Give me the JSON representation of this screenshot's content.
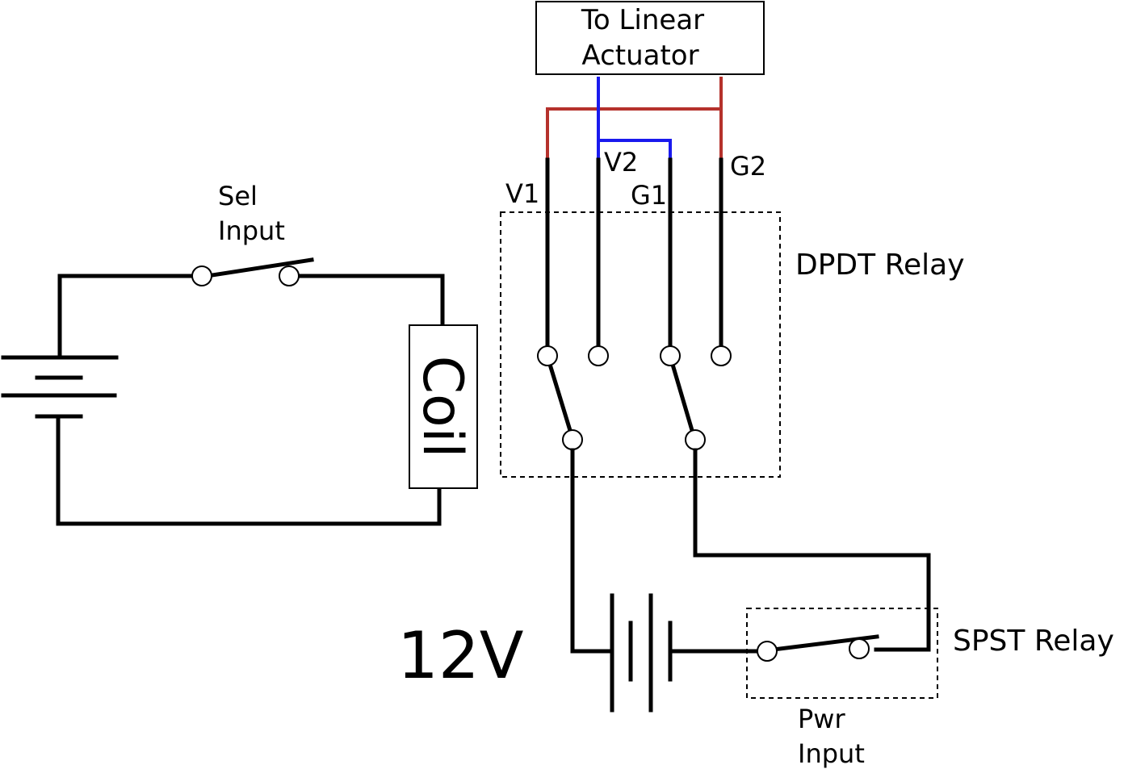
{
  "actuator_box": {
    "line1": "To Linear",
    "line2": "Actuator"
  },
  "terminals": {
    "v1": "V1",
    "v2": "V2",
    "g1": "G1",
    "g2": "G2"
  },
  "dpdt_label": "DPDT Relay",
  "spst_label": "SPST Relay",
  "sel_input": {
    "line1": "Sel",
    "line2": "Input"
  },
  "pwr_input": {
    "line1": "Pwr",
    "line2": "Input"
  },
  "coil_label": "Coil",
  "voltage_label": "12V",
  "colors": {
    "red_wire": "#b5312c",
    "blue_wire": "#1a1aee",
    "black_wire": "#000000"
  }
}
